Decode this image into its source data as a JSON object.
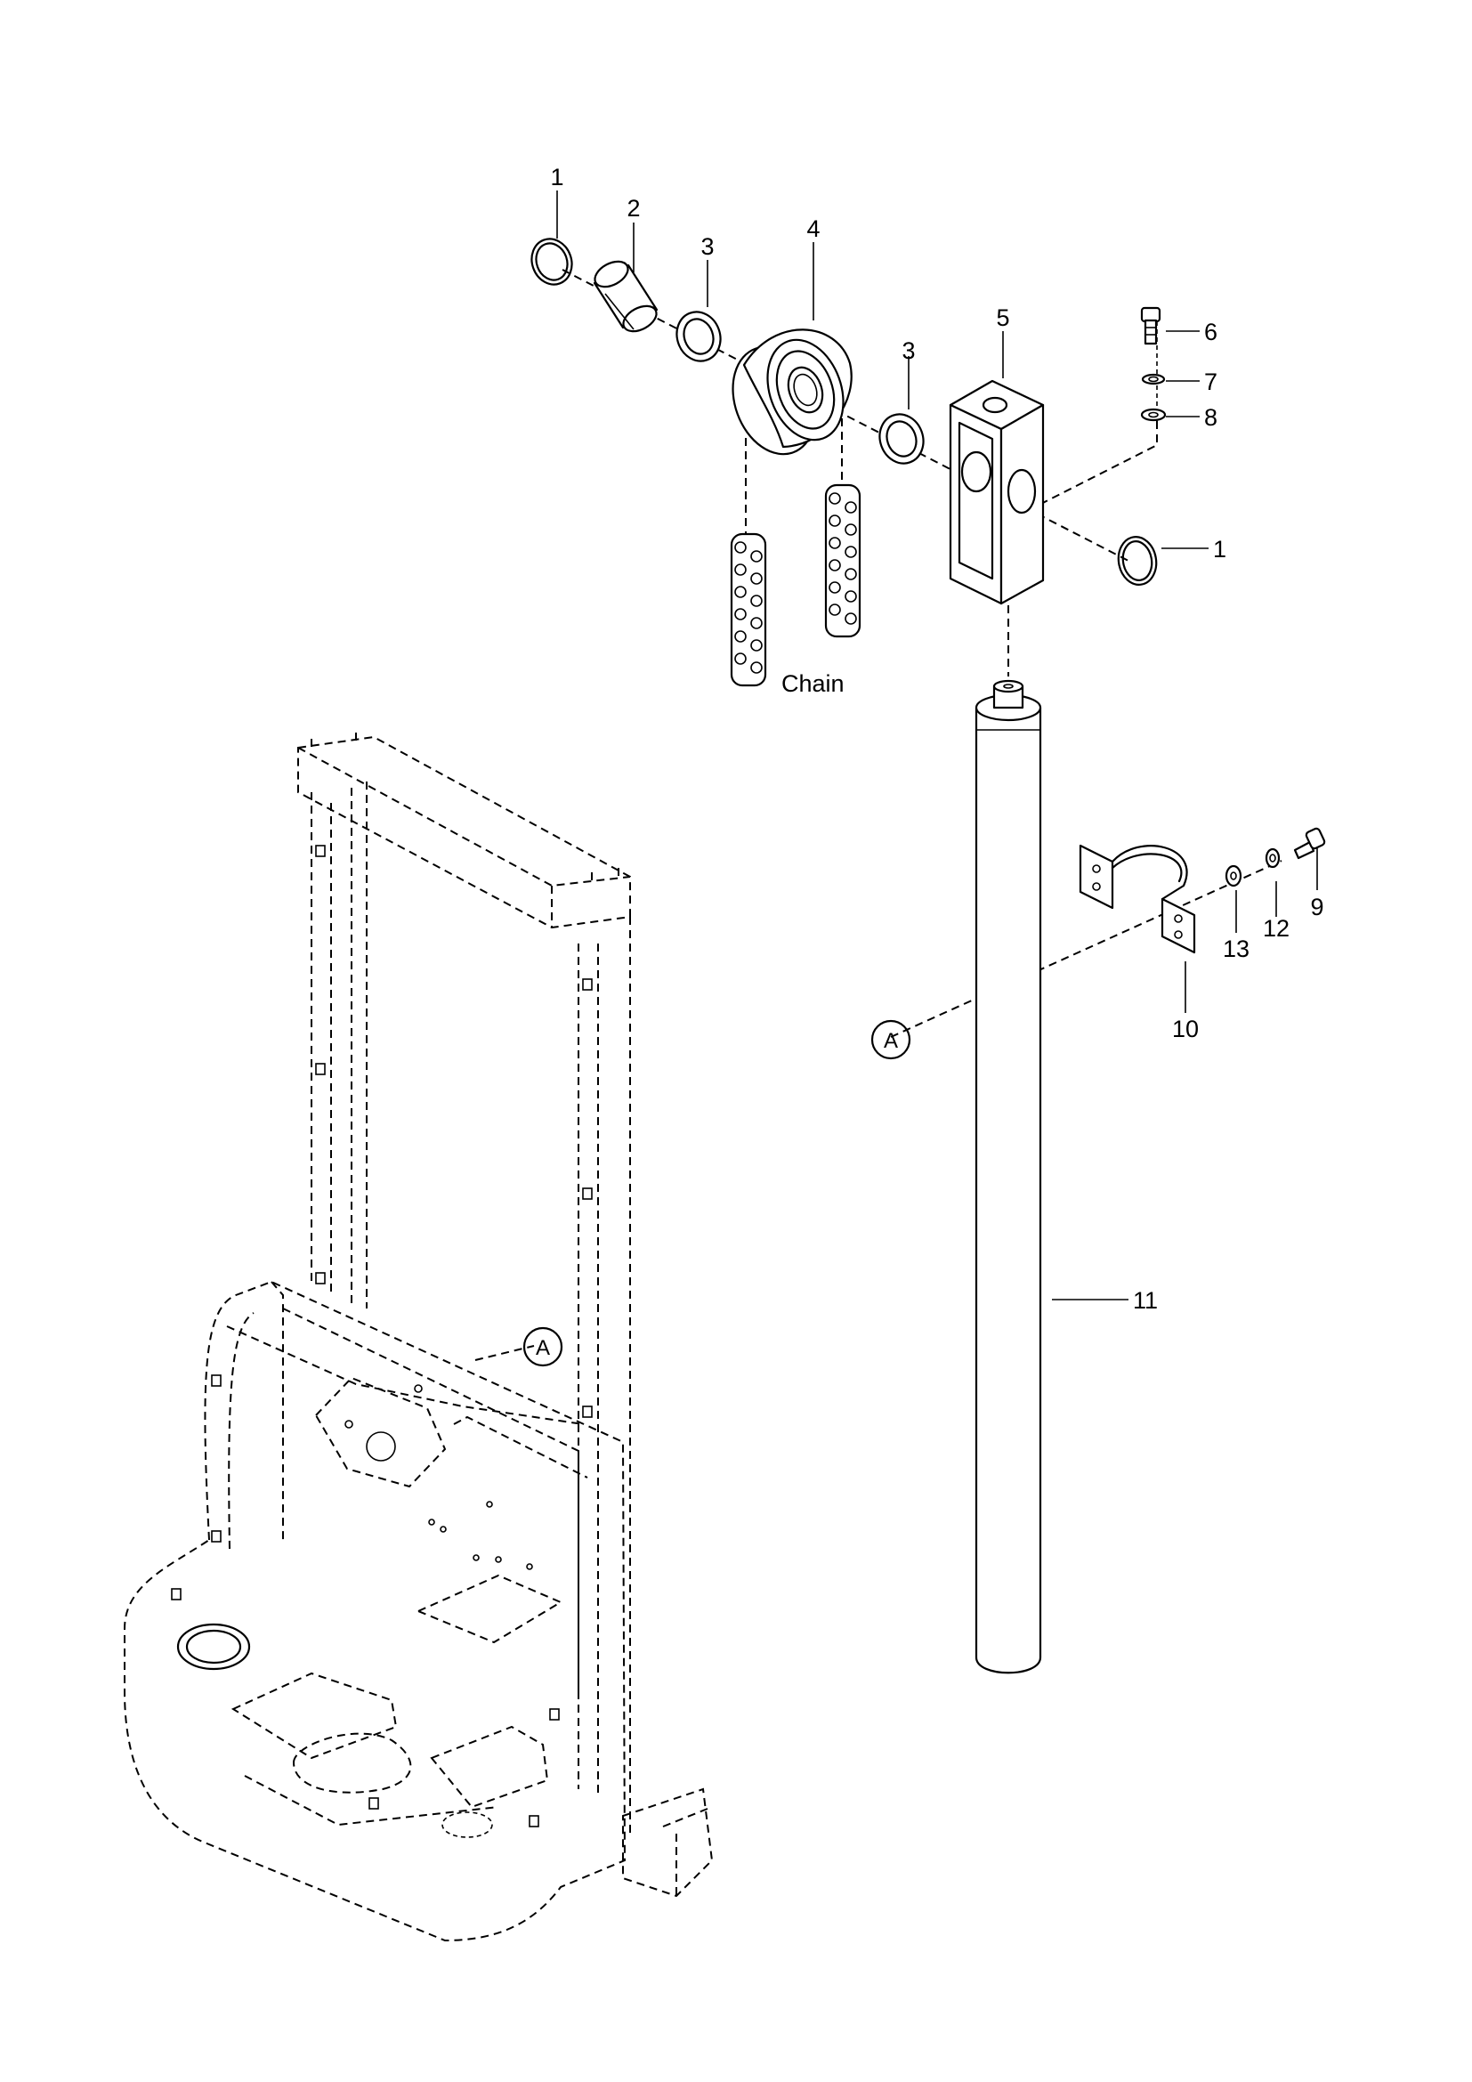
{
  "diagram": {
    "callouts": [
      {
        "id": "c1a",
        "text": "1"
      },
      {
        "id": "c2",
        "text": "2"
      },
      {
        "id": "c3a",
        "text": "3"
      },
      {
        "id": "c4",
        "text": "4"
      },
      {
        "id": "c5",
        "text": "5"
      },
      {
        "id": "c3b",
        "text": "3"
      },
      {
        "id": "c6",
        "text": "6"
      },
      {
        "id": "c7",
        "text": "7"
      },
      {
        "id": "c8",
        "text": "8"
      },
      {
        "id": "c1b",
        "text": "1"
      },
      {
        "id": "c9",
        "text": "9"
      },
      {
        "id": "c12",
        "text": "12"
      },
      {
        "id": "c13",
        "text": "13"
      },
      {
        "id": "c10",
        "text": "10"
      },
      {
        "id": "c11",
        "text": "11"
      }
    ],
    "chain_label": "Chain",
    "reference_marker": "A"
  }
}
